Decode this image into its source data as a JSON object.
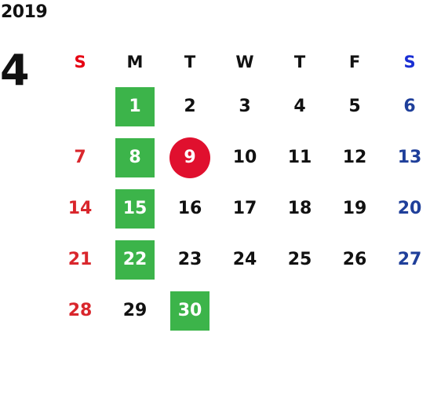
{
  "year": "2019",
  "month": "4",
  "weekdays": [
    {
      "label": "S",
      "kind": "sun"
    },
    {
      "label": "M",
      "kind": "weekday"
    },
    {
      "label": "T",
      "kind": "weekday"
    },
    {
      "label": "W",
      "kind": "weekday"
    },
    {
      "label": "T",
      "kind": "weekday"
    },
    {
      "label": "F",
      "kind": "weekday"
    },
    {
      "label": "S",
      "kind": "sat"
    }
  ],
  "weeks": [
    [
      null,
      {
        "d": "1",
        "style": "green"
      },
      {
        "d": "2"
      },
      {
        "d": "3"
      },
      {
        "d": "4"
      },
      {
        "d": "5"
      },
      {
        "d": "6",
        "style": "sat"
      }
    ],
    [
      {
        "d": "7",
        "style": "sun"
      },
      {
        "d": "8",
        "style": "green"
      },
      {
        "d": "9",
        "style": "today"
      },
      {
        "d": "10"
      },
      {
        "d": "11"
      },
      {
        "d": "12"
      },
      {
        "d": "13",
        "style": "sat"
      }
    ],
    [
      {
        "d": "14",
        "style": "sun"
      },
      {
        "d": "15",
        "style": "green"
      },
      {
        "d": "16"
      },
      {
        "d": "17"
      },
      {
        "d": "18"
      },
      {
        "d": "19"
      },
      {
        "d": "20",
        "style": "sat"
      }
    ],
    [
      {
        "d": "21",
        "style": "sun"
      },
      {
        "d": "22",
        "style": "green"
      },
      {
        "d": "23"
      },
      {
        "d": "24"
      },
      {
        "d": "25"
      },
      {
        "d": "26"
      },
      {
        "d": "27",
        "style": "sat"
      }
    ],
    [
      {
        "d": "28",
        "style": "sun"
      },
      {
        "d": "29"
      },
      {
        "d": "30",
        "style": "green"
      },
      null,
      null,
      null,
      null
    ]
  ],
  "colors": {
    "sunday": "#d9262c",
    "saturday": "#1f3f9a",
    "highlight_green": "#3cb44a",
    "today_red": "#e0102e"
  }
}
